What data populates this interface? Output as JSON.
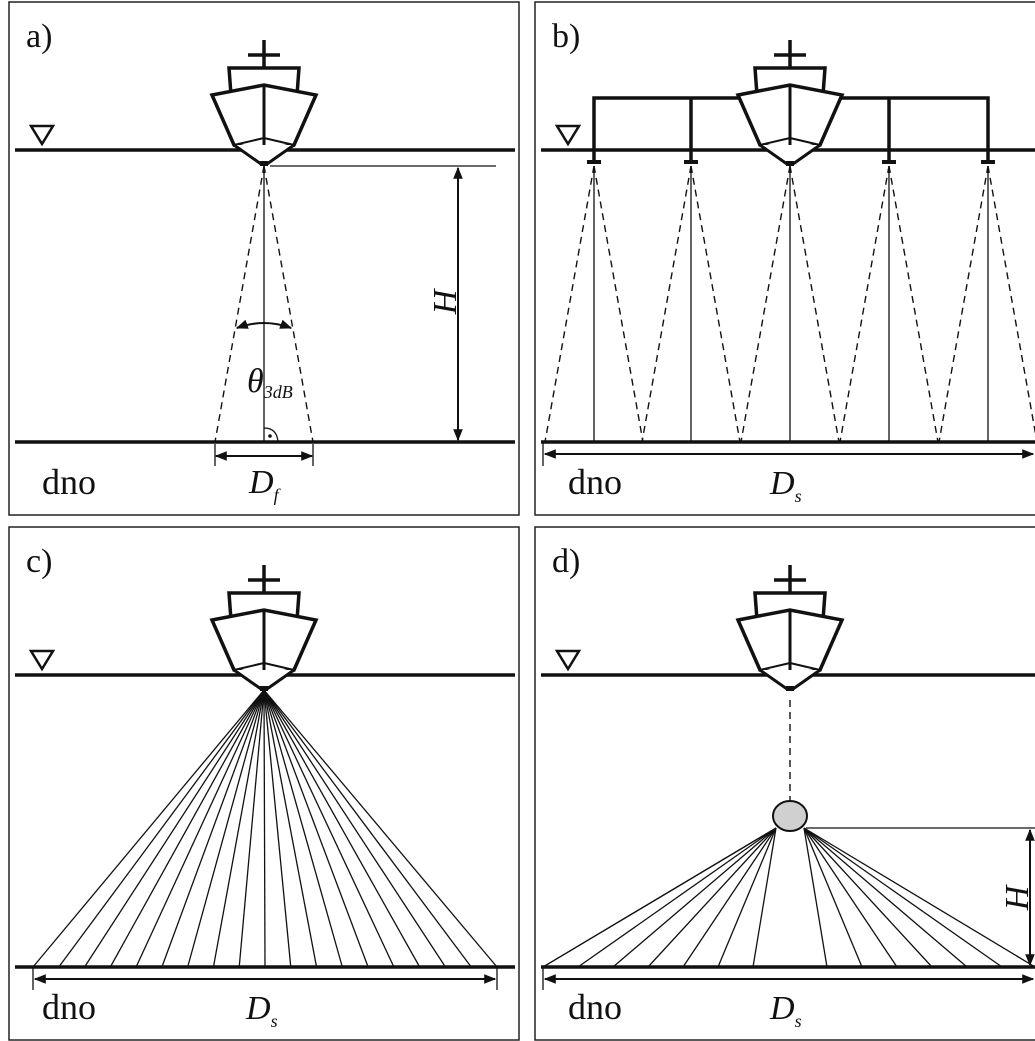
{
  "panels": {
    "a": {
      "label": "a)",
      "bottom_label": "dno",
      "depth_symbol": "H",
      "angle_symbol": "θ",
      "angle_sub": "3dB",
      "footprint_symbol": "D",
      "footprint_sub": "f"
    },
    "b": {
      "label": "b)",
      "bottom_label": "dno",
      "swath_symbol": "D",
      "swath_sub": "s"
    },
    "c": {
      "label": "c)",
      "bottom_label": "dno",
      "swath_symbol": "D",
      "swath_sub": "s"
    },
    "d": {
      "label": "d)",
      "bottom_label": "dno",
      "swath_symbol": "D",
      "swath_sub": "s",
      "height_symbol": "H"
    }
  },
  "icons": [
    "ship-icon",
    "water-level-triangle-icon",
    "towfish-icon"
  ]
}
